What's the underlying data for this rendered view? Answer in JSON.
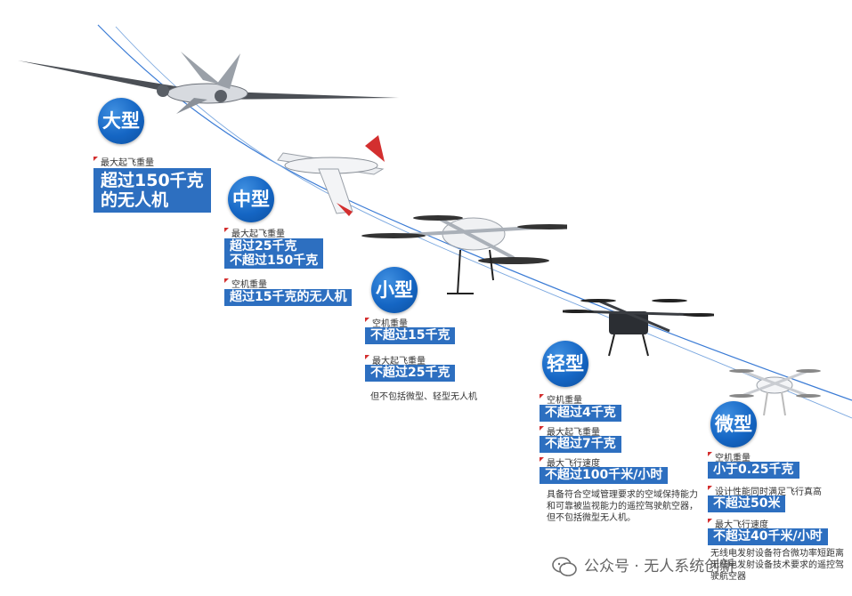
{
  "categories": [
    {
      "name": "大型",
      "rows": [
        {
          "label": "最大起飞重量",
          "value": "超过150千克\n的无人机"
        }
      ]
    },
    {
      "name": "中型",
      "rows": [
        {
          "label": "最大起飞重量",
          "value": "超过25千克\n不超过150千克"
        },
        {
          "label": "空机重量",
          "value": "超过15千克的无人机"
        }
      ]
    },
    {
      "name": "小型",
      "rows": [
        {
          "label": "空机重量",
          "value": "不超过15千克"
        },
        {
          "label": "最大起飞重量",
          "value": "不超过25千克"
        }
      ],
      "note": "但不包括微型、轻型无人机"
    },
    {
      "name": "轻型",
      "rows": [
        {
          "label": "空机重量",
          "value": "不超过4千克"
        },
        {
          "label": "最大起飞重量",
          "value": "不超过7千克"
        },
        {
          "label": "最大飞行速度",
          "value": "不超过100千米/小时"
        }
      ],
      "note": "具备符合空域管理要求的空域保持能力和可靠被监视能力的遥控驾驶航空器，但不包括微型无人机。"
    },
    {
      "name": "微型",
      "rows": [
        {
          "label": "空机重量",
          "value": "小于0.25千克"
        },
        {
          "label": "设计性能同时满足飞行真高",
          "value": "不超过50米"
        },
        {
          "label": "最大飞行速度",
          "value": "不超过40千米/小时"
        }
      ],
      "note": "无线电发射设备符合微功率短距离无线电发射设备技术要求的遥控驾驶航空器"
    }
  ],
  "watermark": "公众号 · 无人系统创新",
  "colors": {
    "accent": "#2d6fc0",
    "badge": "#1566c4",
    "marker": "#d32f2f",
    "line": "#3a7bd5"
  },
  "icons": [
    "wechat-icon",
    "fixed-wing-drone",
    "vtol-drone",
    "quadcopter-drone",
    "hexacopter-drone",
    "mini-quadcopter-drone"
  ]
}
